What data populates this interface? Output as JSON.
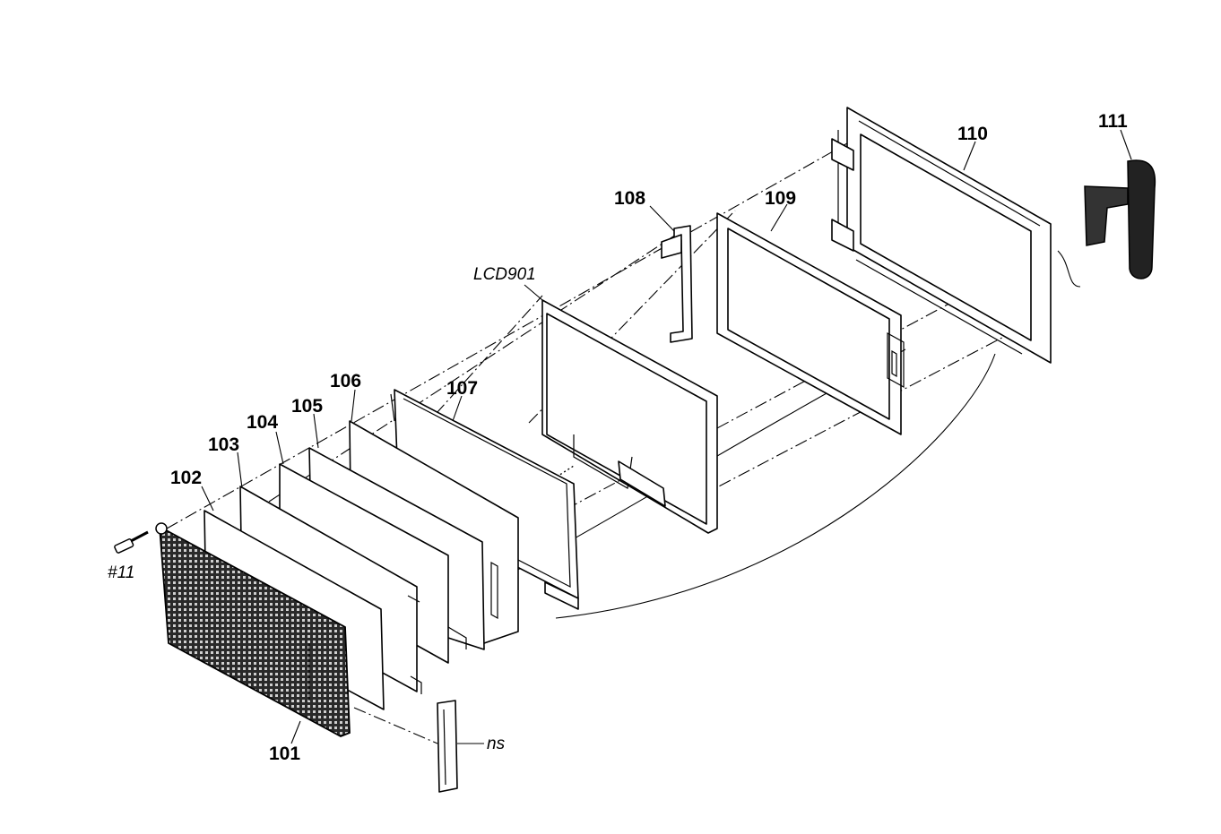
{
  "diagram": {
    "labels": {
      "p101": "101",
      "p102": "102",
      "p103": "103",
      "p104": "104",
      "p105": "105",
      "p106": "106",
      "p107": "107",
      "p108": "108",
      "p109": "109",
      "p110": "110",
      "p111": "111",
      "lcd": "LCD901",
      "screw": "#11",
      "ns": "ns"
    }
  }
}
